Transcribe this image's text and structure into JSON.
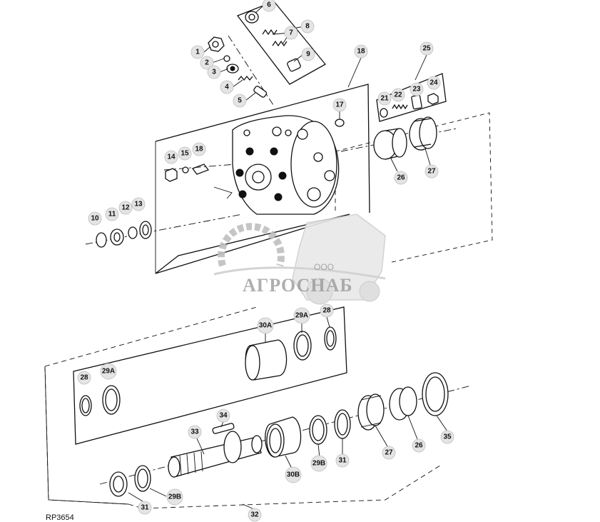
{
  "drawing_code": "RP3654",
  "watermark": {
    "company": "АГРОСНАБ",
    "prefix": "ООО"
  },
  "callouts": [
    {
      "label": "1"
    },
    {
      "label": "2"
    },
    {
      "label": "3"
    },
    {
      "label": "4"
    },
    {
      "label": "5"
    },
    {
      "label": "6"
    },
    {
      "label": "7"
    },
    {
      "label": "8"
    },
    {
      "label": "9"
    },
    {
      "label": "10"
    },
    {
      "label": "11"
    },
    {
      "label": "12"
    },
    {
      "label": "13"
    },
    {
      "label": "14"
    },
    {
      "label": "15"
    },
    {
      "label": "18"
    },
    {
      "label": "17"
    },
    {
      "label": "18"
    },
    {
      "label": "25"
    },
    {
      "label": "21"
    },
    {
      "label": "22"
    },
    {
      "label": "23"
    },
    {
      "label": "24"
    },
    {
      "label": "26"
    },
    {
      "label": "27"
    },
    {
      "label": "28"
    },
    {
      "label": "29A"
    },
    {
      "label": "30A"
    },
    {
      "label": "29A"
    },
    {
      "label": "28"
    },
    {
      "label": "34"
    },
    {
      "label": "33"
    },
    {
      "label": "30B"
    },
    {
      "label": "29B"
    },
    {
      "label": "31"
    },
    {
      "label": "27"
    },
    {
      "label": "26"
    },
    {
      "label": "35"
    },
    {
      "label": "31"
    },
    {
      "label": "29B"
    },
    {
      "label": "32"
    }
  ]
}
